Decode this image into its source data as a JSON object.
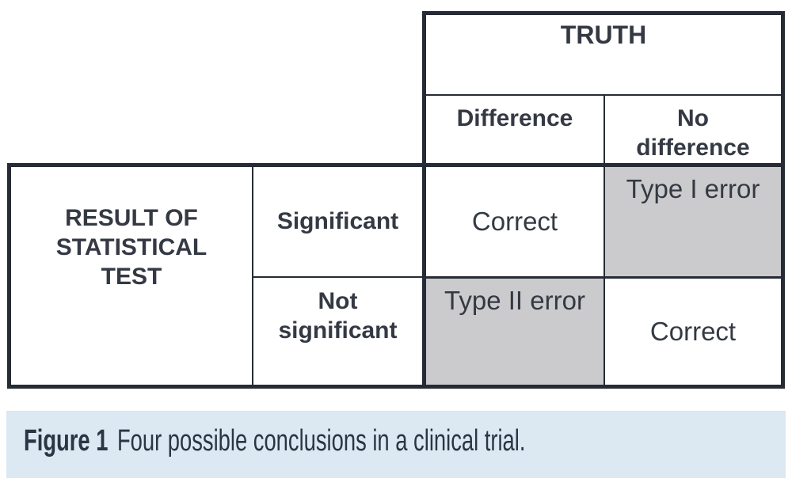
{
  "table": {
    "truth_header": "TRUTH",
    "col_headers": [
      "Difference",
      "No difference"
    ],
    "row_group_header": "RESULT OF STATISTICAL TEST",
    "row_headers": [
      "Significant",
      "Not significant"
    ],
    "cells": {
      "significant_difference": "Correct",
      "significant_no_difference": "Type I error",
      "not_significant_difference": "Type II error",
      "not_significant_no_difference": "Correct"
    }
  },
  "caption": {
    "label": "Figure 1",
    "text": "Four possible conclusions in a clinical trial."
  },
  "colors": {
    "border": "#262b35",
    "text": "#343943",
    "error_cell_gray": "#cbcbcd",
    "caption_background": "#dce8f2",
    "caption_text": "#2b3543"
  }
}
